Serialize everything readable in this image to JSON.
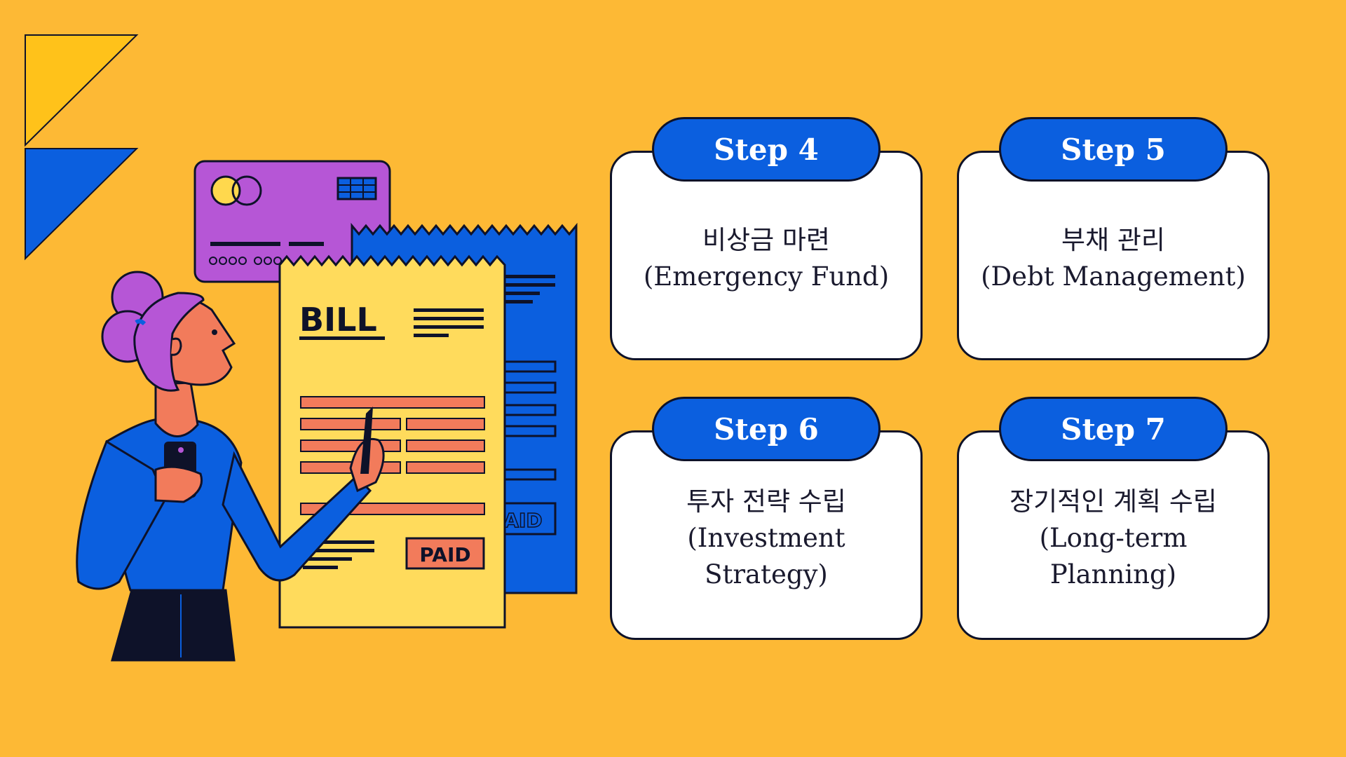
{
  "colors": {
    "background": "#FDB935",
    "tab": "#0B5FDF",
    "card": "#FFFFFF",
    "outline": "#0E1229",
    "deco_yellow": "#FFC21A",
    "deco_blue": "#0B5FDF"
  },
  "illustration": {
    "bill_title": "BILL",
    "paid_stamp": "PAID",
    "paid_stamp_back": "AID"
  },
  "steps": [
    {
      "tab": "Step 4",
      "korean": "비상금 마련",
      "english_lines": [
        "(Emergency Fund)"
      ]
    },
    {
      "tab": "Step 5",
      "korean": "부채 관리",
      "english_lines": [
        "(Debt Management)"
      ]
    },
    {
      "tab": "Step 6",
      "korean": "투자 전략 수립",
      "english_lines": [
        "(Investment",
        "Strategy)"
      ]
    },
    {
      "tab": "Step 7",
      "korean": "장기적인 계획 수립",
      "english_lines": [
        "(Long-term",
        "Planning)"
      ]
    }
  ]
}
